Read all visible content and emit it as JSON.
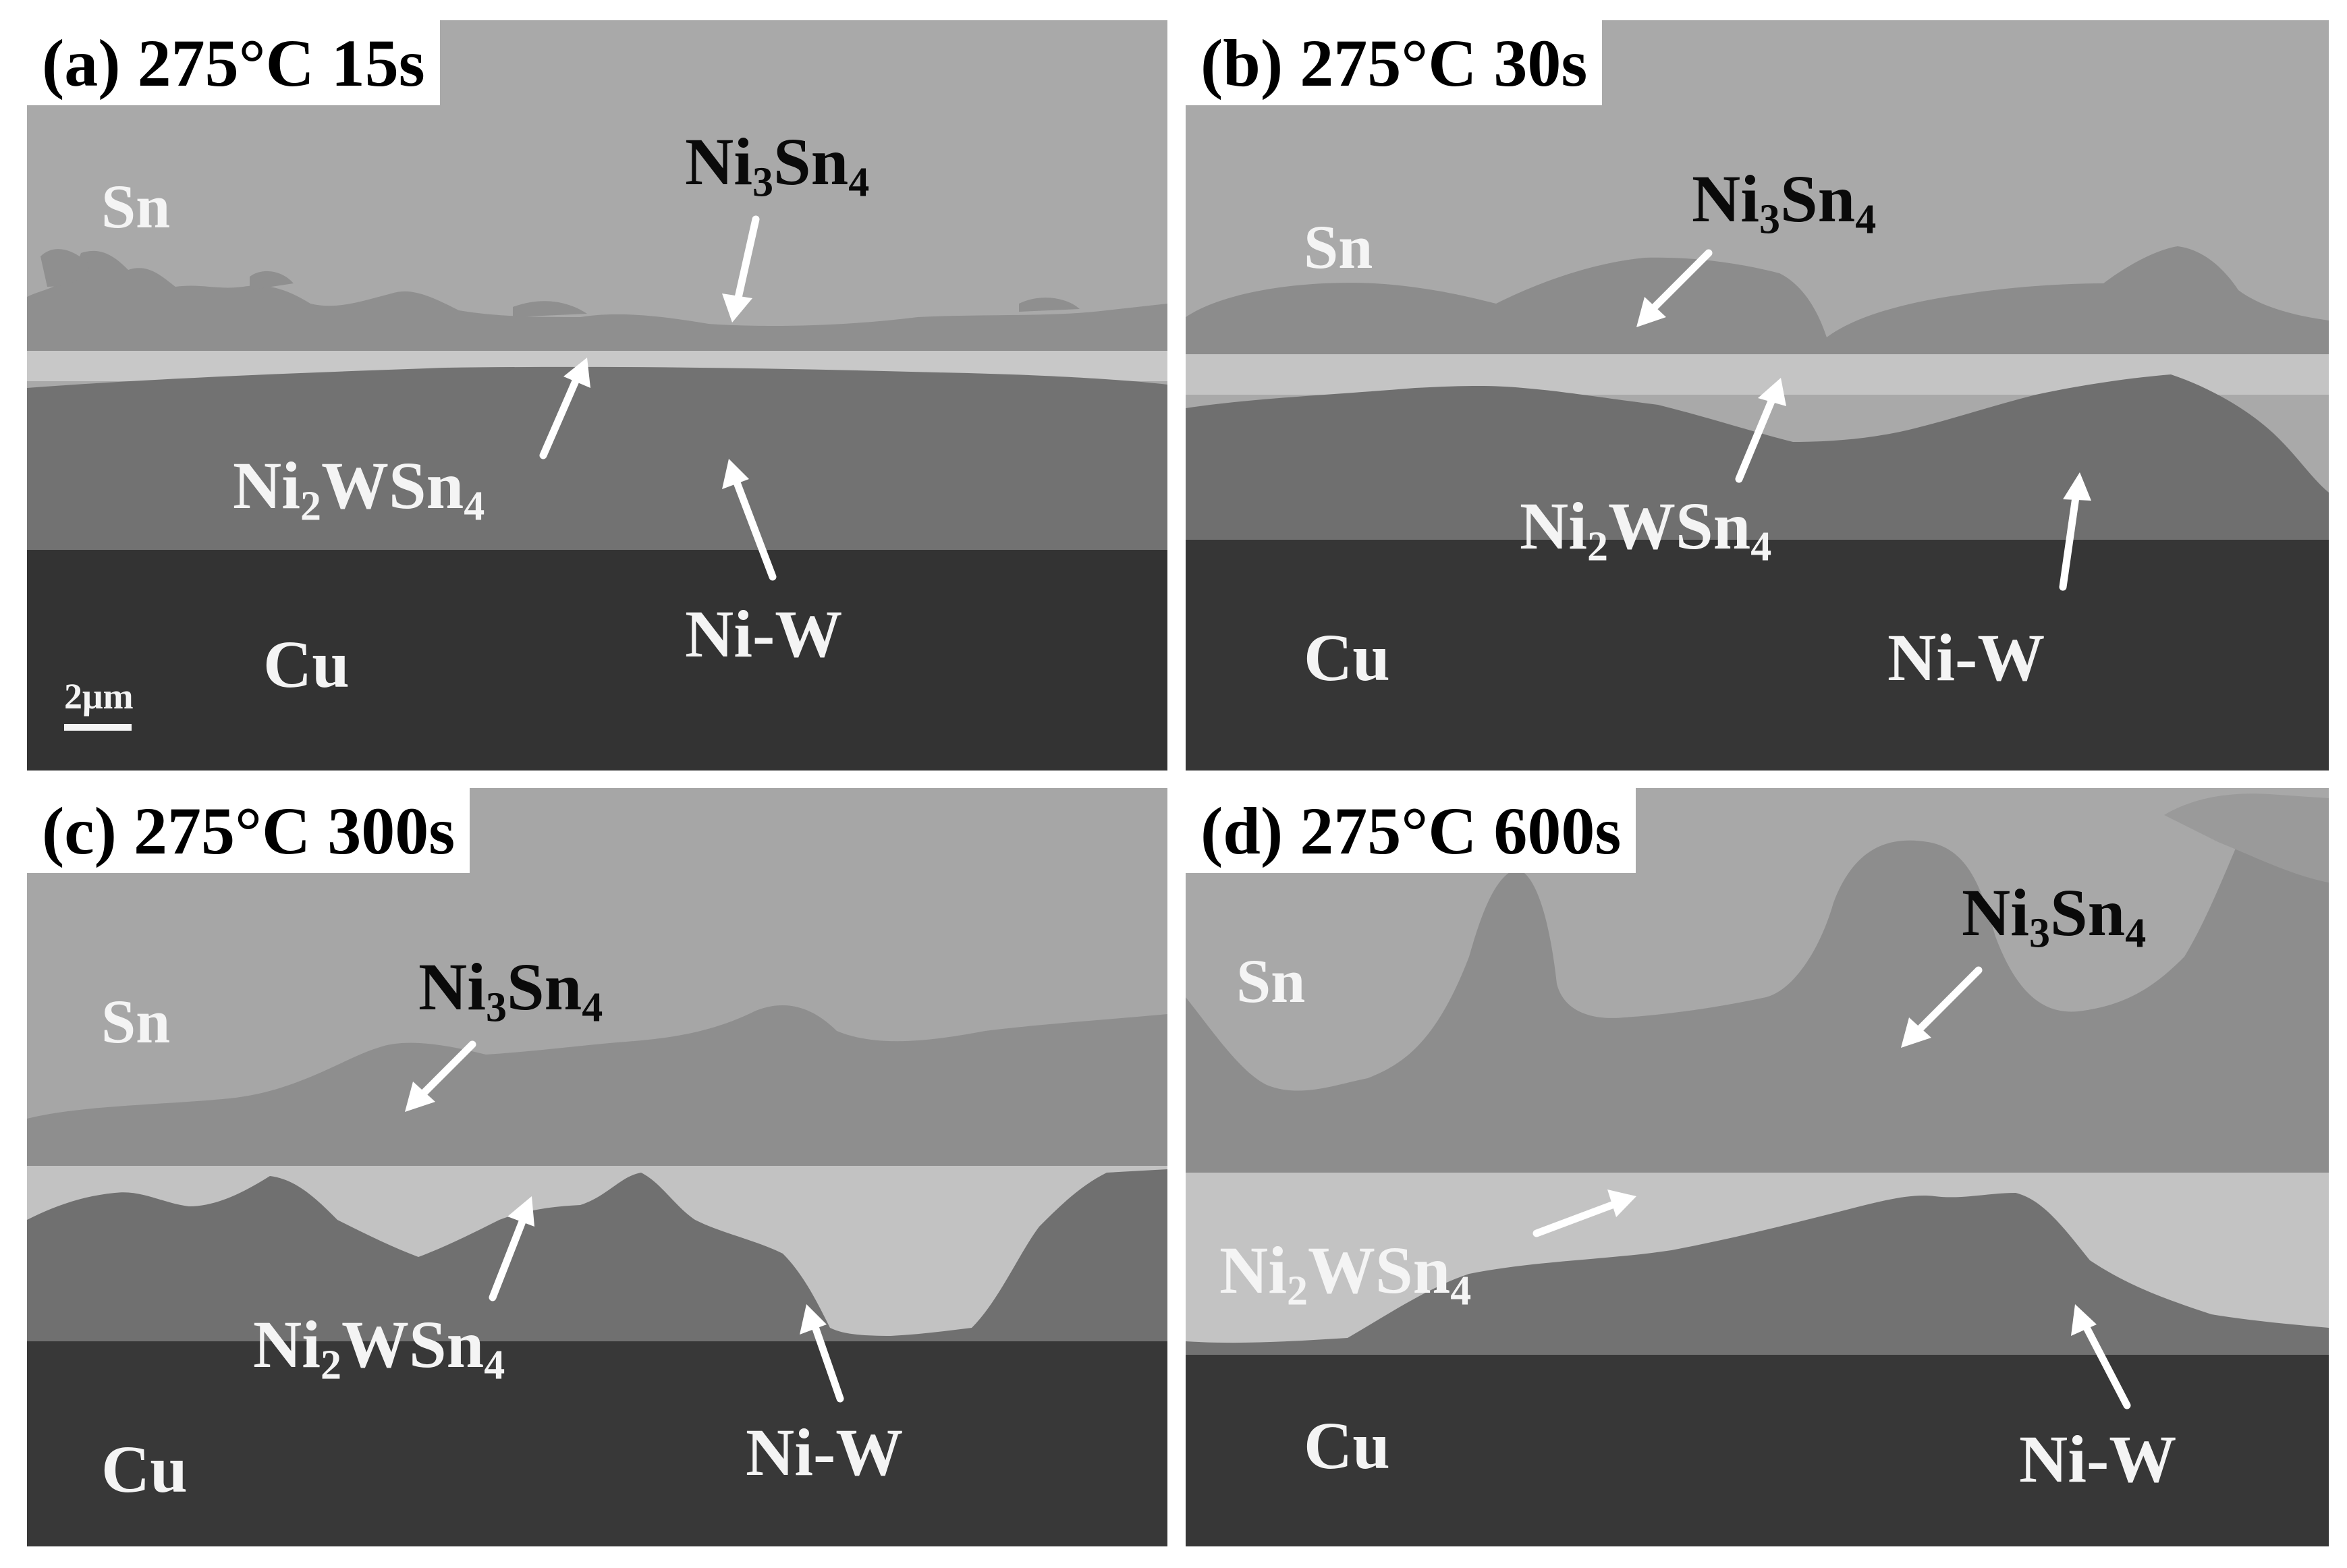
{
  "colors": {
    "sn": "#a7a7a7",
    "ni3sn4": "#8c8c8c",
    "ni2wsn4": "#c6c6c6",
    "niw": "#6f6f6f",
    "cu": "#353535",
    "text_white": "#f4f4f4",
    "text_black": "#0a0a0a",
    "label_bg": "#ffffff"
  },
  "panels": [
    {
      "label": "(a) 275°C 15s",
      "phases": {
        "sn": "Sn",
        "ni3sn4": {
          "base": "Ni",
          "sub1": "3",
          "mid": "Sn",
          "sub2": "4"
        },
        "ni2wsn4": {
          "base": "Ni",
          "sub1": "2",
          "mid": "WSn",
          "sub2": "4"
        },
        "niw": "Ni-W",
        "cu": "Cu"
      },
      "scale_bar": "2μm"
    },
    {
      "label": "(b) 275°C 30s",
      "phases": {
        "sn": "Sn",
        "ni3sn4": {
          "base": "Ni",
          "sub1": "3",
          "mid": "Sn",
          "sub2": "4"
        },
        "ni2wsn4": {
          "base": "Ni",
          "sub1": "2",
          "mid": "WSn",
          "sub2": "4"
        },
        "niw": "Ni-W",
        "cu": "Cu"
      }
    },
    {
      "label": "(c) 275°C 300s",
      "phases": {
        "sn": "Sn",
        "ni3sn4": {
          "base": "Ni",
          "sub1": "3",
          "mid": "Sn",
          "sub2": "4"
        },
        "ni2wsn4": {
          "base": "Ni",
          "sub1": "2",
          "mid": "WSn",
          "sub2": "4"
        },
        "niw": "Ni-W",
        "cu": "Cu"
      }
    },
    {
      "label": "(d) 275°C 600s",
      "phases": {
        "sn": "Sn",
        "ni3sn4": {
          "base": "Ni",
          "sub1": "3",
          "mid": "Sn",
          "sub2": "4"
        },
        "ni2wsn4": {
          "base": "Ni",
          "sub1": "2",
          "mid": "WSn",
          "sub2": "4"
        },
        "niw": "Ni-W",
        "cu": "Cu"
      }
    }
  ]
}
